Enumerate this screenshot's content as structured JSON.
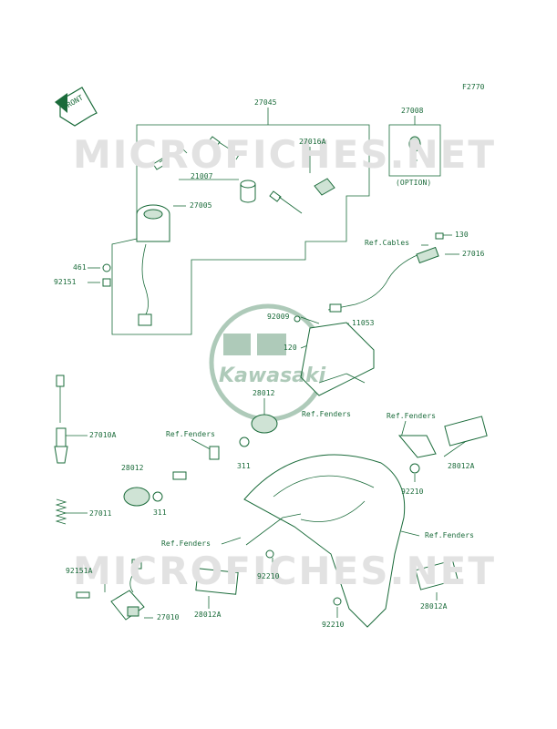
{
  "diagram_code": "F2770",
  "front_label": "FRONT",
  "watermark": "MICROFICHES.NET",
  "logo_text": "Kawasaki",
  "option_label": "(OPTION)",
  "labels": {
    "p27045": "27045",
    "p27008": "27008",
    "p27016A": "27016A",
    "p21007": "21007",
    "p27005": "27005",
    "p461": "461",
    "p92151": "92151",
    "p_refcables": "Ref.Cables",
    "p130": "130",
    "p27016": "27016",
    "p92009": "92009",
    "p11053": "11053",
    "p120": "120",
    "p28012_top": "28012",
    "p_reffenders_mid": "Ref.Fenders",
    "p_reffenders_right": "Ref.Fenders",
    "p27010A": "27010A",
    "p_reffenders_left": "Ref.Fenders",
    "p28012_left": "28012",
    "p311_a": "311",
    "p311_b": "311",
    "p28012A_right": "28012A",
    "p92210_right": "92210",
    "p27011": "27011",
    "p_reffenders_lower": "Ref.Fenders",
    "p_reffenders_lowerright": "Ref.Fenders",
    "p92210_mid": "92210",
    "p92151A": "92151A",
    "p27010": "27010",
    "p28012A_left": "28012A",
    "p28012A_lowerright": "28012A",
    "p92210_bottom": "92210"
  }
}
